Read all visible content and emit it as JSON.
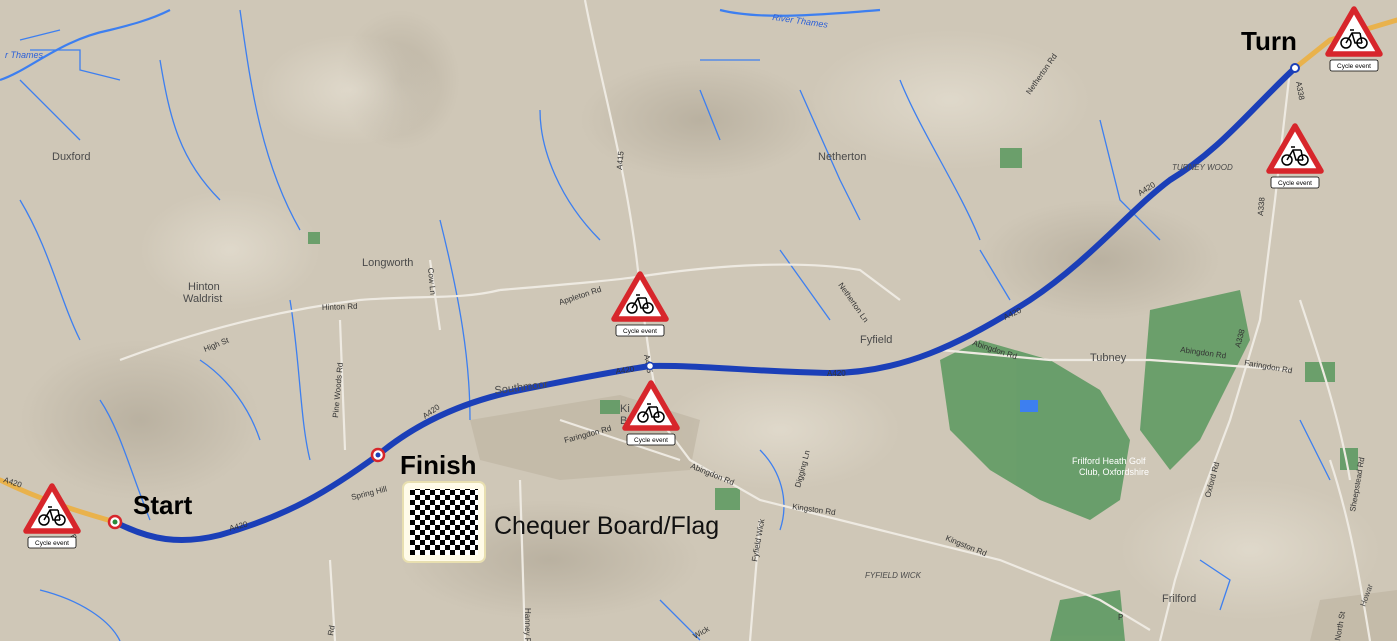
{
  "places": {
    "duxford": "Duxford",
    "hinton_waldrist_1": "Hinton",
    "hinton_waldrist_2": "Waldrist",
    "longworth": "Longworth",
    "netherton": "Netherton",
    "fyfield": "Fyfield",
    "tubney": "Tubney",
    "tubney_wood": "TURNEY WOOD",
    "kingston_bagpuize_1": "Ki",
    "kingston_bagpuize_2": "B",
    "southmoor": "Southmoor",
    "fyfield_wick": "FYFIELD WICK",
    "frilford": "Frilford",
    "frilford_heath_1": "Frilford Heath Golf",
    "frilford_heath_2": "Club, Oxfordshire",
    "howard": "Howar"
  },
  "roads": {
    "river_thames_left": "r Thames",
    "river_thames_top": "River Thames",
    "a415": "A415",
    "a415_lower": "A415",
    "a420_left": "A420",
    "a420_a": "A420",
    "a420_b": "A420",
    "a420_c": "A420",
    "a420_d": "A420",
    "a420_e": "A420",
    "a420_f": "A420",
    "a338_a": "A338",
    "a338_b": "A338",
    "a338_c": "A338",
    "netherton_rd": "Netherton Rd",
    "appleton_rd": "Appleton Rd",
    "netherton_ln": "Netherton Ln",
    "hinton_rd": "Hinton Rd",
    "high_st": "High St",
    "cow_ln": "Cow Ln",
    "pine_woods_rd": "Pine Woods Rd",
    "spring_hill": "Spring Hill",
    "faringdon_rd_mid": "Faringdon Rd",
    "faringdon_rd_right": "Faringdon Rd",
    "abingdon_rd_mid": "Abingdon Rd",
    "abingdon_rd_right1": "Abingdon Rd",
    "abingdon_rd_right2": "Abingdon Rd",
    "digging_ln": "Digging Ln",
    "kingston_rd_1": "Kingston Rd",
    "kingston_rd_2": "Kingston Rd",
    "fyfield_wick_rd": "Fyfield Wick",
    "hanney_rd": "Hanney Rd",
    "oxford_rd": "Oxford Rd",
    "sheepstead_rd": "Sheepstead Rd",
    "north_st": "North St",
    "b_road": "B",
    "rd_bottom": "Rd",
    "wick_bottom": "Wick",
    "parking": "P"
  },
  "markers": {
    "start": "Start",
    "finish": "Finish",
    "turn": "Turn"
  },
  "signs": {
    "caption": "Cycle event"
  },
  "legend": {
    "chequer_label": "Chequer Board/Flag"
  },
  "colors": {
    "terrain": "#cfc7b7",
    "route": "#1b3fb8",
    "primary_road": "#e9b24c",
    "water": "#3d7ff0",
    "woodland": "#5f9a63",
    "sign_border": "#d7262b"
  }
}
